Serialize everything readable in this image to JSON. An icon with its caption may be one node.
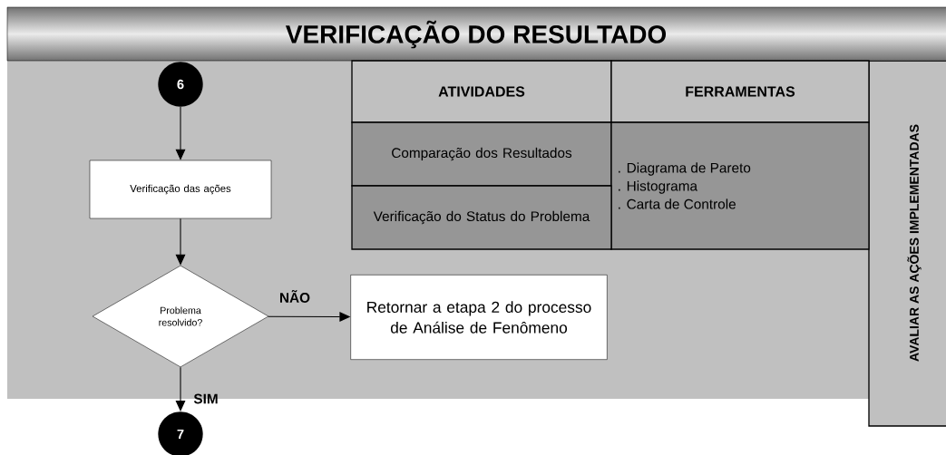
{
  "diagram": {
    "title": "VERIFICAÇÃO DO RESULTADO",
    "nodes": [
      {
        "text": [
          "6"
        ]
      },
      {
        "text": [
          "Verificação das ações"
        ]
      },
      {
        "text": [
          "Problema resolvido?"
        ]
      },
      {
        "text": [
          "Retornar a etapa 2 do processo de Análise de Fenômeno"
        ]
      },
      {
        "text": [
          "7"
        ]
      }
    ],
    "edges": [
      {
        "from": 0,
        "to": 1,
        "arrow": "to"
      },
      {
        "from": 1,
        "to": 2,
        "arrow": "to"
      },
      {
        "from": 2,
        "to": 3,
        "arrow": "to",
        "label": "NÃO"
      },
      {
        "from": 2,
        "to": 4,
        "arrow": "to",
        "label": "SIM"
      }
    ],
    "labels": [
      "ATIVIDADES",
      "FERRAMENTAS",
      "Comparação dos Resultados",
      ". Diagrama de Pareto",
      ". Histograma",
      ". Carta de Controle",
      "Verificação do Status do Problema",
      "AVALIAR AS AÇÕES IMPLEMENTADAS"
    ]
  }
}
